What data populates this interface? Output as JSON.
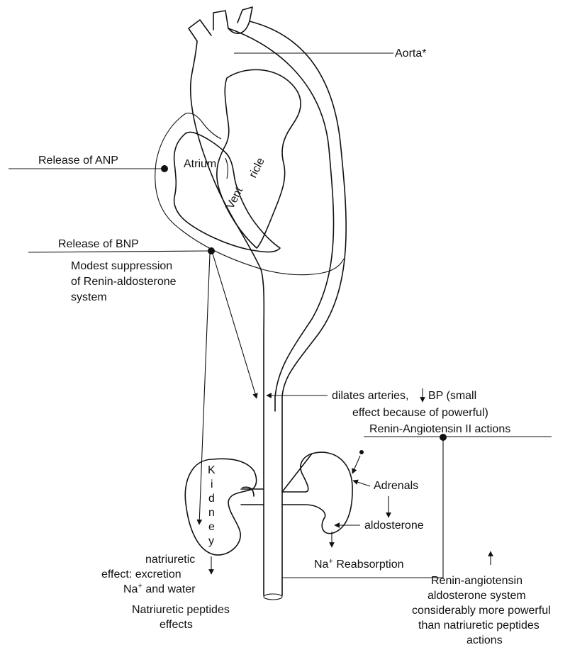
{
  "labels": {
    "aorta": "Aorta*",
    "release_anp": "Release of ANP",
    "atrium": "Atrium",
    "ventricle_a": "Vent",
    "ventricle_b": "ricle",
    "release_bnp": "Release of BNP",
    "modest_1": "Modest suppression",
    "modest_2": "of Renin-aldosterone",
    "modest_3": "system",
    "dilates_1": "dilates arteries,",
    "dilates_2": "BP (small",
    "dilates_3": "effect because of powerful)",
    "renin_ang_actions": "Renin-Angiotensin II actions",
    "kidney_letters": [
      "K",
      "i",
      "d",
      "n",
      "e",
      "y"
    ],
    "adrenals": "Adrenals",
    "aldosterone": "aldosterone",
    "na_reabsorption_pre": "Na",
    "na_reabsorption_post": " Reabsorption",
    "natri_1": "natriuretic",
    "natri_2": "effect: excretion",
    "natri_3_pre": "Na",
    "natri_3_post": " and water",
    "plus": "+",
    "np_effects_1": "Natriuretic peptides",
    "np_effects_2": "effects",
    "raas_1": "Renin-angiotensin",
    "raas_2": "aldosterone system",
    "raas_3": "considerably more powerful",
    "raas_4": "than natriuretic peptides",
    "raas_5": "actions"
  }
}
